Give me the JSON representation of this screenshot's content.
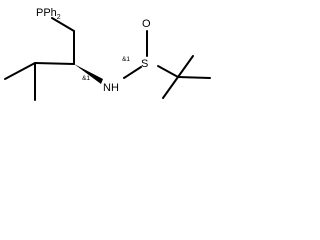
{
  "molecule": {
    "phosphine": {
      "symbol": "PPh",
      "subscript": "2"
    },
    "amine": {
      "symbol": "NH"
    },
    "sulfur": {
      "symbol": "S"
    },
    "oxygen": {
      "symbol": "O"
    },
    "stereo_labels": {
      "carbon": "&1",
      "sulfur": "&1"
    }
  },
  "colors": {
    "ink": "#000000",
    "background": "#ffffff"
  }
}
